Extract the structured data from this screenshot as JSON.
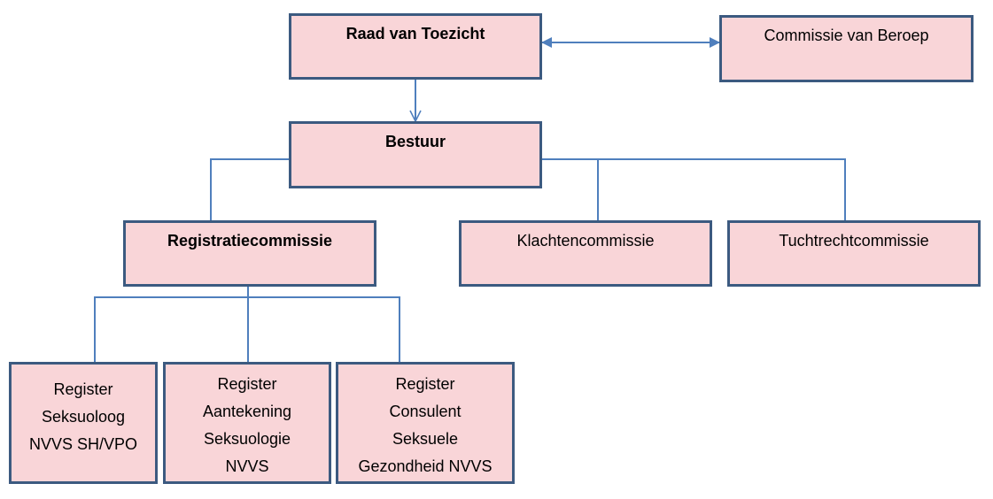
{
  "nodes": {
    "raad": {
      "label": "Raad van Toezicht"
    },
    "beroep": {
      "label": "Commissie van Beroep"
    },
    "bestuur": {
      "label": "Bestuur"
    },
    "registratie": {
      "label": "Registratiecommissie"
    },
    "klachten": {
      "label": "Klachtencommissie"
    },
    "tucht": {
      "label": "Tuchtrechtcommissie"
    },
    "seksuoloog": {
      "lines": [
        "Register",
        "Seksuoloog",
        "NVVS SH/VPO"
      ]
    },
    "aantekening": {
      "lines": [
        "Register",
        "Aantekening",
        "Seksuologie",
        "NVVS"
      ]
    },
    "consulent": {
      "lines": [
        "Register",
        "Consulent",
        "Seksuele",
        "Gezondheid NVVS"
      ]
    }
  },
  "colors": {
    "box_fill": "#f9d5d8",
    "box_border": "#3c5a80",
    "connector": "#4f7fbd"
  }
}
